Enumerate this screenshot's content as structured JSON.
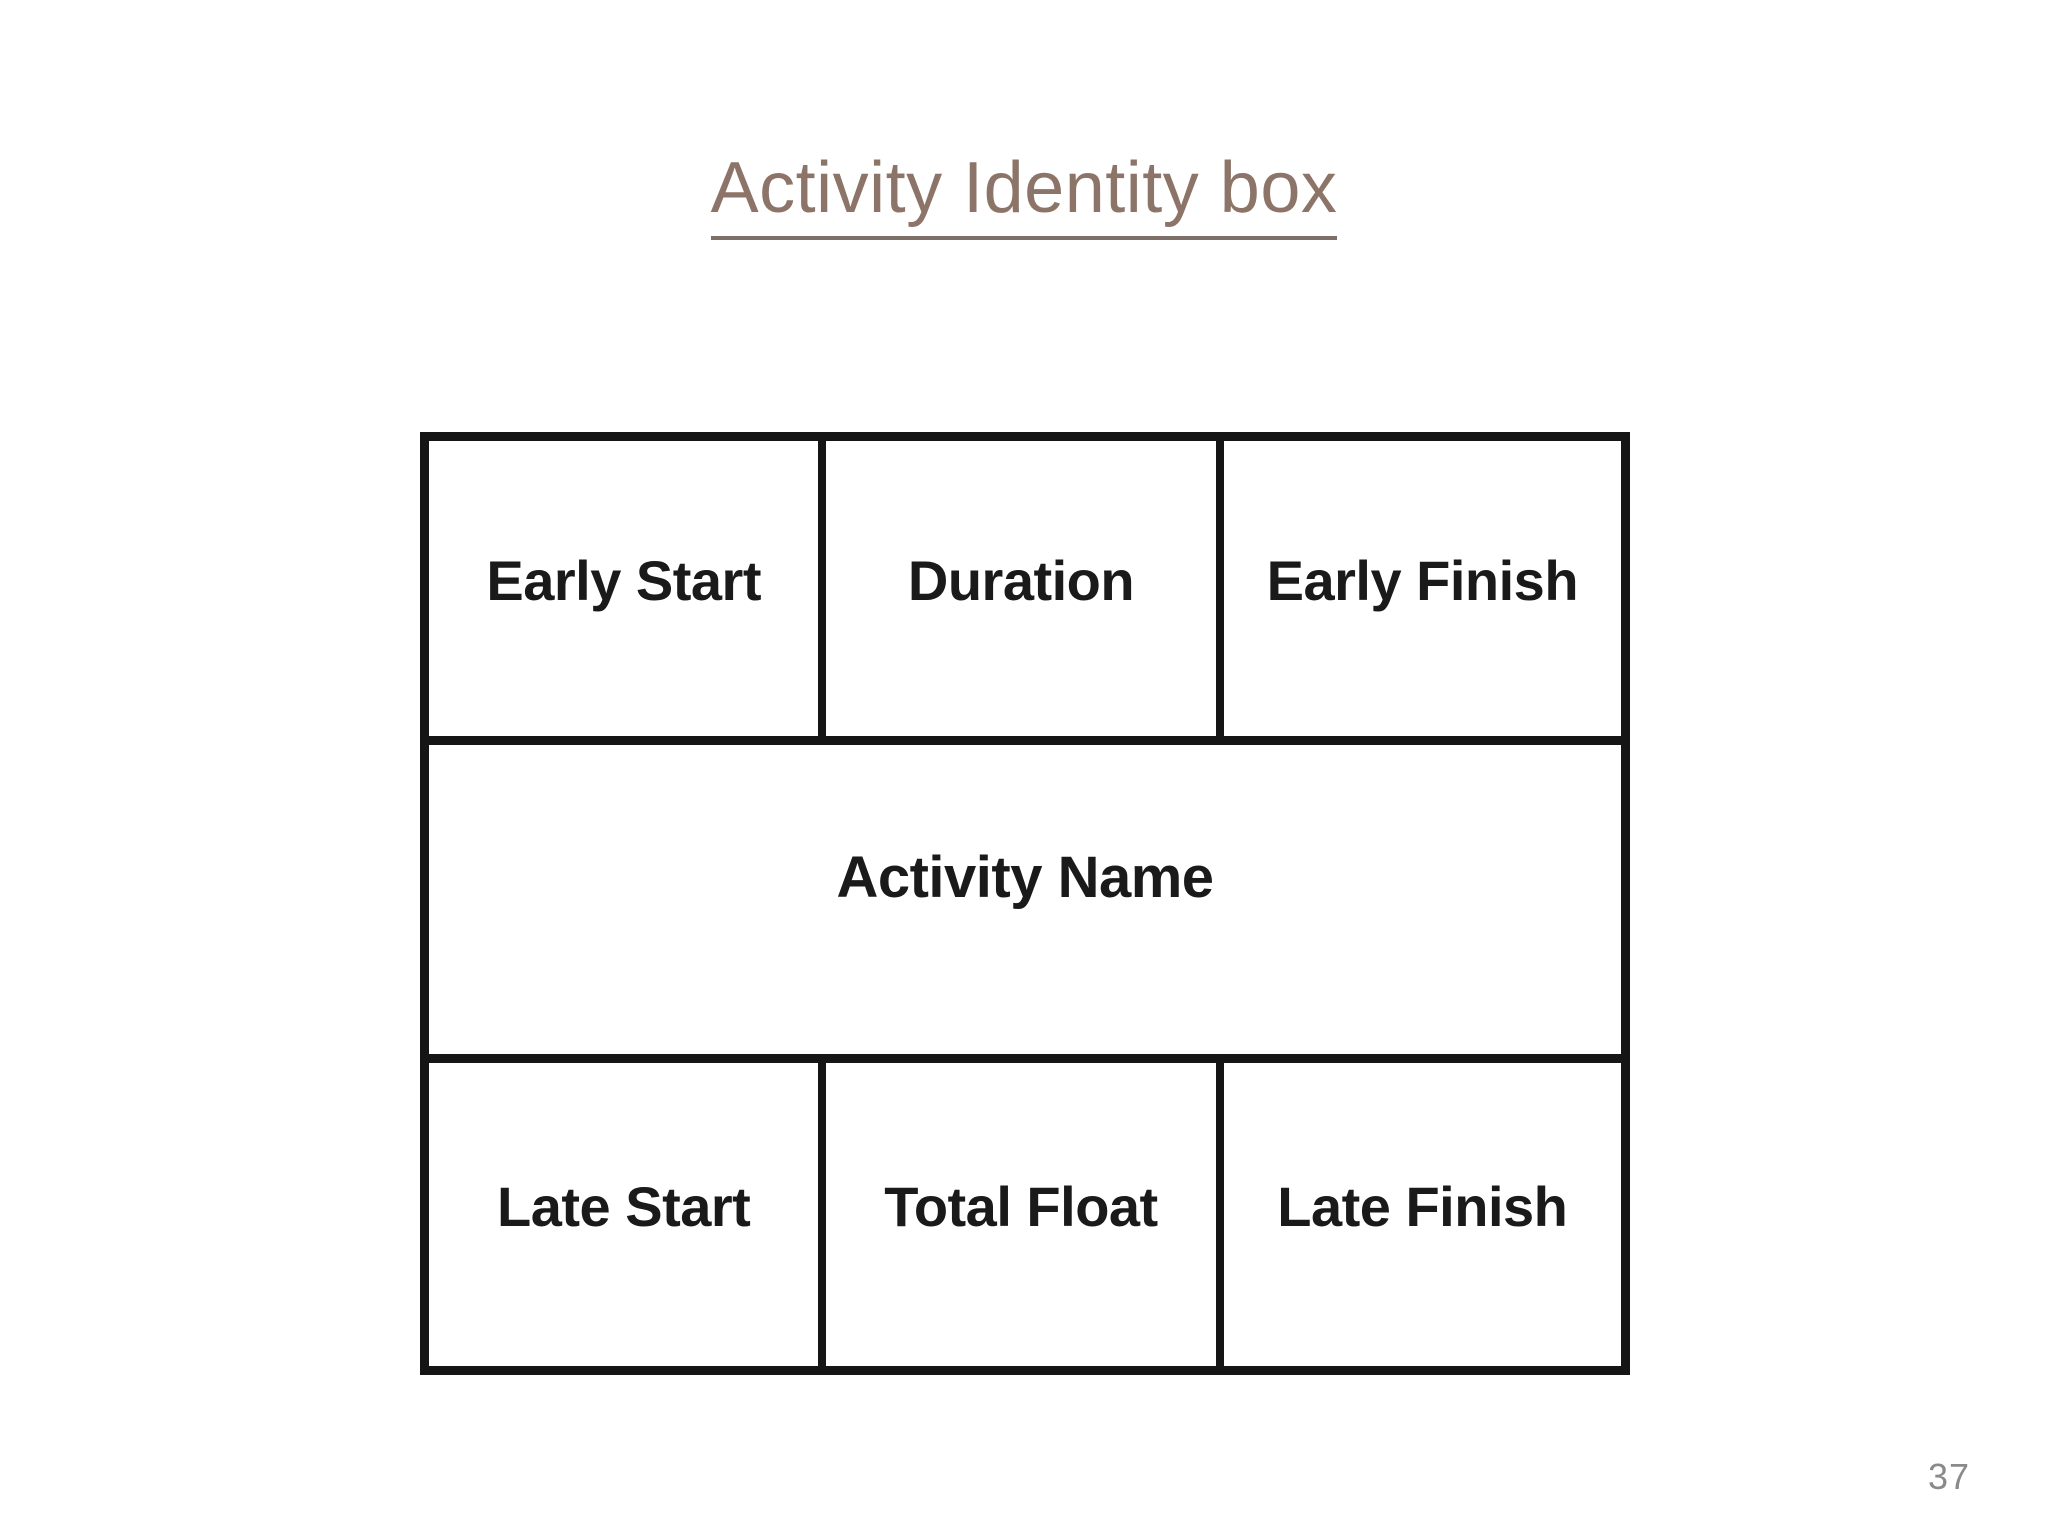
{
  "slide": {
    "title": "Activity Identity box",
    "page_number": "37",
    "background_color": "#ffffff",
    "title_color": "#8d7468",
    "title_underline_color": "#7d7068",
    "border_color": "#151515",
    "label_color": "#1a1a1a",
    "page_number_color": "#8a8a8a"
  },
  "activity_box": {
    "rows": [
      {
        "name": "top-row",
        "cells": [
          {
            "label": "Early Start"
          },
          {
            "label": "Duration"
          },
          {
            "label": "Early Finish"
          }
        ]
      },
      {
        "name": "middle-row",
        "cells": [
          {
            "label": "Activity Name"
          }
        ]
      },
      {
        "name": "bottom-row",
        "cells": [
          {
            "label": "Late Start"
          },
          {
            "label": "Total Float"
          },
          {
            "label": "Late Finish"
          }
        ]
      }
    ]
  }
}
